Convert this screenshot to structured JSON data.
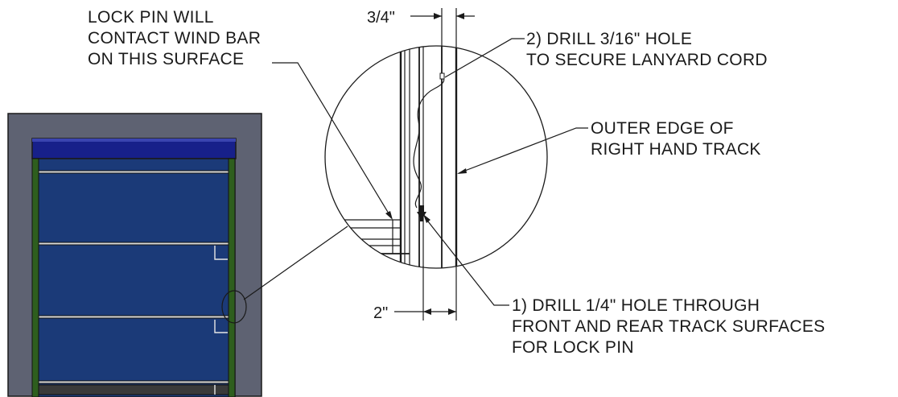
{
  "notes": {
    "lock_pin": [
      "LOCK PIN WILL",
      "CONTACT WIND BAR",
      "ON THIS SURFACE"
    ],
    "drill_316": [
      "2) DRILL 3/16\" HOLE",
      "TO SECURE LANYARD CORD"
    ],
    "outer_edge": [
      "OUTER EDGE OF",
      "RIGHT HAND TRACK"
    ],
    "drill_14": [
      "1) DRILL 1/4\" HOLE THROUGH",
      "FRONT AND REAR TRACK SURFACES",
      "FOR LOCK PIN"
    ]
  },
  "dimensions": {
    "top": "3/4\"",
    "bottom": "2\""
  },
  "colors": {
    "frame": "#5e6272",
    "door_panel": "#1b3a78",
    "header_bar": "#17208a",
    "track": "#2e5e1e",
    "line": "#1a1a1a"
  }
}
